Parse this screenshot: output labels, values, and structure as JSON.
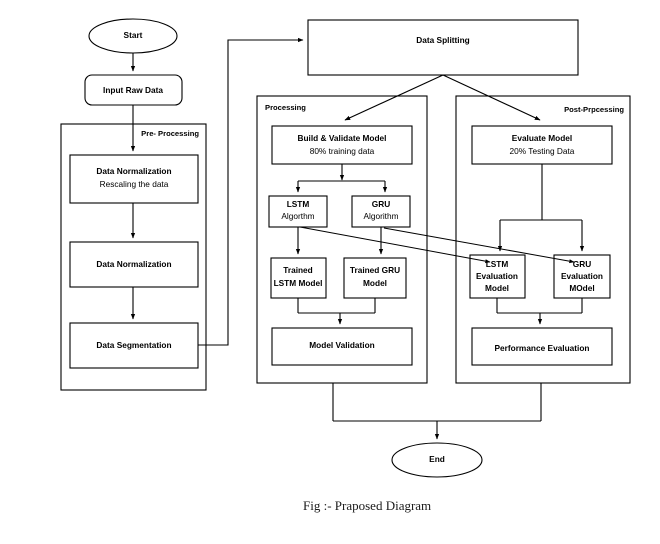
{
  "figure": {
    "caption": "Fig :- Praposed Diagram",
    "background_color": "#ffffff",
    "line_color": "#000000"
  },
  "nodes": {
    "start": {
      "label": "Start",
      "shape": "ellipse"
    },
    "input_raw_data": {
      "label": "Input Raw Data",
      "shape": "rounded-rect"
    },
    "data_normalization_1": {
      "label": "Data Normalization",
      "sublabel": "Rescaling the data",
      "shape": "rect"
    },
    "data_normalization_2": {
      "label": "Data Normalization",
      "shape": "rect"
    },
    "data_segmentation": {
      "label": "Data Segmentation",
      "shape": "rect"
    },
    "data_splitting": {
      "label": "Data Splitting",
      "shape": "rect"
    },
    "build_validate_model": {
      "label": "Build & Validate Model",
      "sublabel": "80% training data",
      "shape": "rect"
    },
    "lstm_algorithm": {
      "label": "LSTM",
      "sublabel": "Algorthm",
      "shape": "rect"
    },
    "gru_algorithm": {
      "label": "GRU",
      "sublabel": "Algorithm",
      "shape": "rect"
    },
    "trained_lstm_model": {
      "label": "Trained",
      "sublabel": "LSTM Model",
      "shape": "rect"
    },
    "trained_gru_model": {
      "label": "Trained GRU",
      "sublabel": "Model",
      "shape": "rect"
    },
    "model_validation": {
      "label": "Model Validation",
      "shape": "rect"
    },
    "evaluate_model": {
      "label": "Evaluate Model",
      "sublabel": "20% Testing Data",
      "shape": "rect"
    },
    "lstm_evaluation_model": {
      "label": "LSTM",
      "sublabel": "Evaluation",
      "sublabel2": "Model",
      "shape": "rect"
    },
    "gru_evaluation_model": {
      "label": "GRU",
      "sublabel": "Evaluation",
      "sublabel2": "MOdel",
      "shape": "rect"
    },
    "performance_evaluation": {
      "label": "Performance Evaluation",
      "shape": "rect"
    },
    "end": {
      "label": "End",
      "shape": "ellipse"
    }
  },
  "panels": {
    "pre_processing": {
      "label": "Pre- Processing"
    },
    "processing": {
      "label": "Processing"
    },
    "post_processing": {
      "label": "Post-Prpcessing"
    }
  }
}
